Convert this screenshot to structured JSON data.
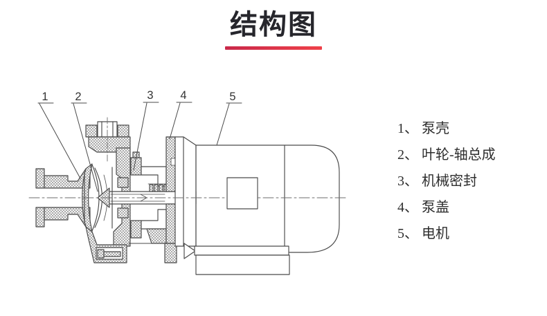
{
  "title": {
    "text": "结构图"
  },
  "colors": {
    "accent_red": "#dc2f46",
    "title_text": "#26262c",
    "drawing_line": "#4a4a4a"
  },
  "diagram": {
    "callouts": [
      "1",
      "2",
      "3",
      "4",
      "5"
    ],
    "legend": {
      "items": [
        {
          "num": "1",
          "label": "泵壳",
          "text": "1、 泵壳"
        },
        {
          "num": "2",
          "label": "叶轮-轴总成",
          "text": "2、 叶轮-轴总成"
        },
        {
          "num": "3",
          "label": "机械密封",
          "text": "3、 机械密封"
        },
        {
          "num": "4",
          "label": "泵盖",
          "text": "4、 泵盖"
        },
        {
          "num": "5",
          "label": "电机",
          "text": "5、 电机"
        }
      ]
    }
  }
}
